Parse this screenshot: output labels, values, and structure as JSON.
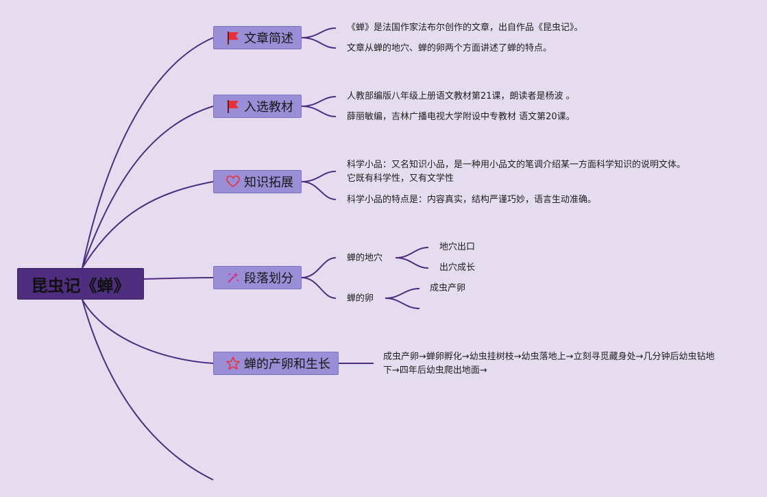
{
  "colors": {
    "background": "#e5dcef",
    "root_fill": "#4f2d7f",
    "branch_fill": "#9a8fd6",
    "connector": "#4b2c82",
    "flag_red": "#e8303a"
  },
  "root": {
    "label": "昆虫记《蝉》"
  },
  "branches": [
    {
      "label": "文章简述",
      "icon": "red-flag-icon",
      "children": [
        "《蝉》是法国作家法布尔创作的文章，出自作品《昆虫记》。",
        "文章从蝉的地穴、蝉的卵两个方面讲述了蝉的特点。"
      ]
    },
    {
      "label": "入选教材",
      "icon": "red-flag-icon",
      "children": [
        "人教部编版八年级上册语文教材第21课，朗读者是杨波 。",
        "薛丽敏编，吉林广播电视大学附设中专教材 语文第20课。"
      ]
    },
    {
      "label": "知识拓展",
      "icon": "heart-outline-icon",
      "children": [
        "科学小品：又名知识小品，是一种用小品文的笔调介绍某一方面科学知识的说明文体。它既有科学性，又有文学性",
        "科学小品的特点是：内容真实，结构严谨巧妙，语言生动准确。"
      ]
    },
    {
      "label": "段落划分",
      "icon": "magic-wand-icon",
      "children": [
        {
          "label": "蝉的地穴",
          "children": [
            "地穴出口",
            "出穴成长"
          ]
        },
        {
          "label": "蝉的卵",
          "children": [
            "成虫产卵",
            ""
          ]
        }
      ]
    },
    {
      "label": "蝉的产卵和生长",
      "icon": "star-outline-icon",
      "children": [
        "成虫产卵→蝉卵孵化→幼虫挂树枝→幼虫落地上→立刻寻觅藏身处→几分钟后幼虫钻地下→四年后幼虫爬出地面→"
      ]
    }
  ]
}
